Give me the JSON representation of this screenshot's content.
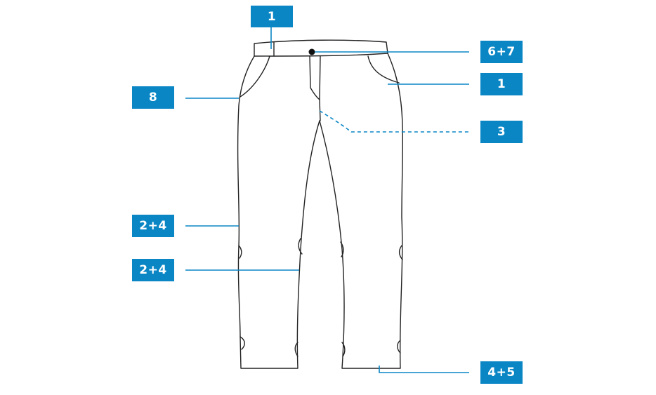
{
  "accent_color": "#0a86c5",
  "callouts": [
    {
      "id": "waistband",
      "label": "1"
    },
    {
      "id": "button",
      "label": "6+7"
    },
    {
      "id": "pocket",
      "label": "1"
    },
    {
      "id": "left-seam",
      "label": "8"
    },
    {
      "id": "crotch",
      "label": "3"
    },
    {
      "id": "outer-leg",
      "label": "2+4"
    },
    {
      "id": "inner-leg",
      "label": "2+4"
    },
    {
      "id": "hem",
      "label": "4+5"
    }
  ]
}
